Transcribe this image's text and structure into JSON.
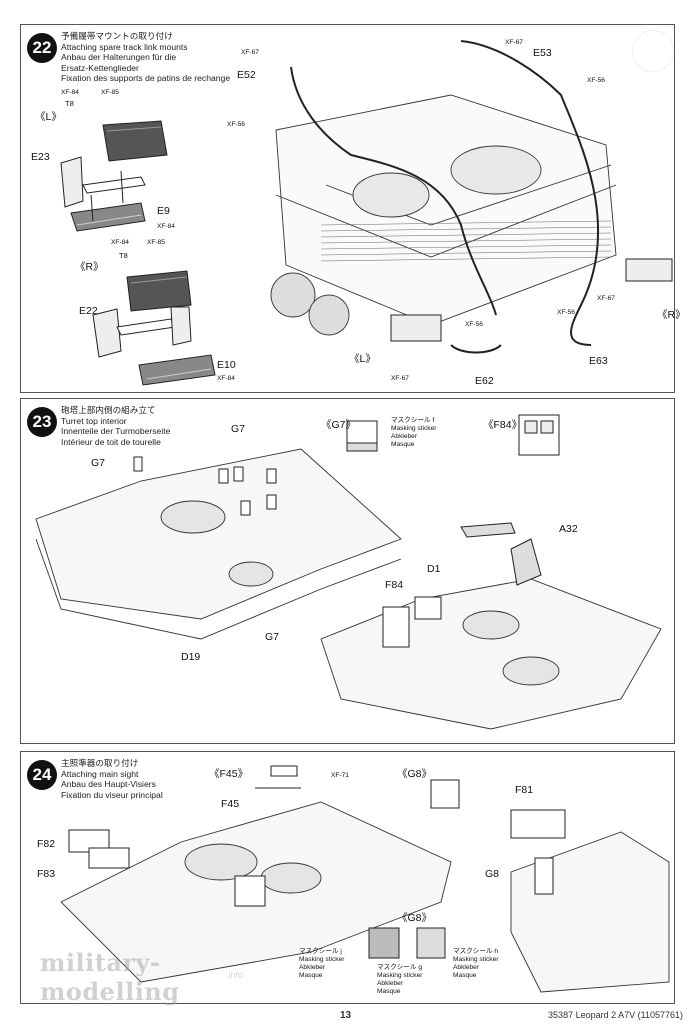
{
  "step22": {
    "number": "22",
    "title_ja": "予備履帯マウントの取り付け",
    "title_en": "Attaching spare track link mounts",
    "title_de": "Anbau der Halterungen für die",
    "title_de2": "Ersatz-Kettenglieder",
    "title_fr": "Fixation des supports de patins de rechange",
    "labels": {
      "L": "《L》",
      "R": "《R》",
      "T8": "T8",
      "xf84": "XF-84",
      "xf85": "XF-85",
      "E23": "E23",
      "E9": "E9",
      "E22": "E22",
      "E10": "E10",
      "E52": "E52",
      "E53": "E53",
      "E62": "E62",
      "E63": "E63",
      "xf67": "XF-67",
      "xf56": "XF-56"
    }
  },
  "step23": {
    "number": "23",
    "title_ja": "砲塔上部内側の組み立て",
    "title_en": "Turret top interior",
    "title_de": "Innenteile der Turmoberseite",
    "title_fr": "Intérieur de toit de tourelle",
    "labels": {
      "G7_detail": "《G7》",
      "F84_detail": "《F84》",
      "G7": "G7",
      "D19": "D19",
      "A32": "A32",
      "F84": "F84",
      "D1": "D1"
    },
    "mask": {
      "ja": "マスクシール",
      "id": "f",
      "en": "Masking sticker",
      "de": "Abkleber",
      "fr": "Masque"
    }
  },
  "step24": {
    "number": "24",
    "title_ja": "主照準器の取り付け",
    "title_en": "Attaching main sight",
    "title_de": "Anbau des Haupt-Visiers",
    "title_fr": "Fixation du viseur principal",
    "labels": {
      "F45_detail": "《F45》",
      "G8_detail": "《G8》",
      "G8_detail2": "《G8》",
      "xf71": "XF-71",
      "F45": "F45",
      "F82": "F82",
      "F83": "F83",
      "F81": "F81",
      "G8": "G8"
    },
    "masks": [
      {
        "ja": "マスクシール",
        "id": "j",
        "en": "Masking sticker",
        "de": "Abkleber",
        "fr": "Masque"
      },
      {
        "ja": "マスクシール",
        "id": "g",
        "en": "Masking sticker",
        "de": "Abkleber",
        "fr": "Masque"
      },
      {
        "ja": "マスクシール",
        "id": "h",
        "en": "Masking sticker",
        "de": "Abkleber",
        "fr": "Masque"
      }
    ]
  },
  "footer": {
    "page_number": "13",
    "kit_ref": "35387  Leopard 2 A7V (11057761)"
  },
  "watermark": {
    "text": "military-modelling",
    "suffix": ".info"
  }
}
